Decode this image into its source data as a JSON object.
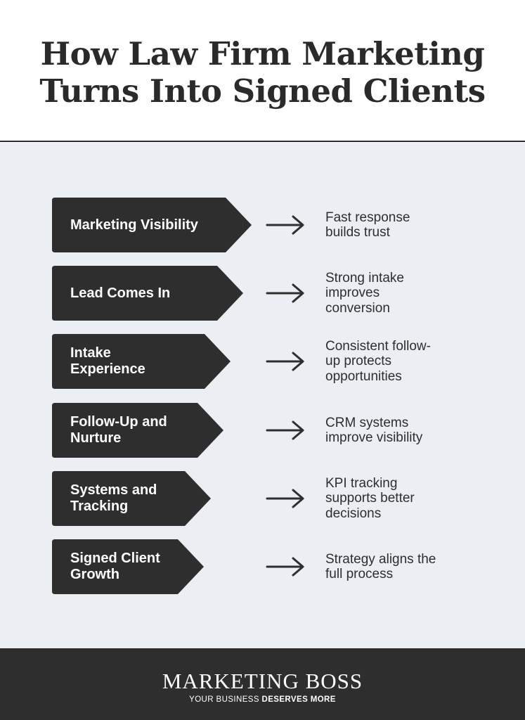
{
  "title": {
    "line1": "How Law Firm Marketing",
    "line2": "Turns Into Signed Clients"
  },
  "steps": [
    {
      "label_lines": [
        "Marketing Visibility"
      ],
      "result_lines": [
        "Fast response",
        "builds trust"
      ]
    },
    {
      "label_lines": [
        "Lead Comes In"
      ],
      "result_lines": [
        "Strong intake",
        "improves",
        "conversion"
      ]
    },
    {
      "label_lines": [
        "Intake",
        "Experience"
      ],
      "result_lines": [
        "Consistent follow-",
        "up protects",
        "opportunities"
      ]
    },
    {
      "label_lines": [
        "Follow-Up and",
        "Nurture"
      ],
      "result_lines": [
        "CRM systems",
        "improve visibility"
      ]
    },
    {
      "label_lines": [
        "Systems and",
        "Tracking"
      ],
      "result_lines": [
        "KPI tracking",
        "supports better",
        "decisions"
      ]
    },
    {
      "label_lines": [
        "Signed Client",
        "Growth"
      ],
      "result_lines": [
        "Strategy aligns the",
        "full process"
      ]
    }
  ],
  "arrow_icon": "right-arrow-icon",
  "footer": {
    "brand": "MARKETING BOSS",
    "tagline_regular": "YOUR BUSINESS ",
    "tagline_bold": "DESERVES MORE"
  },
  "colors": {
    "pill": "#2e2e2e",
    "panel": "#ebeef2",
    "text": "#2e2e2e",
    "footer": "#2e2e2e"
  }
}
